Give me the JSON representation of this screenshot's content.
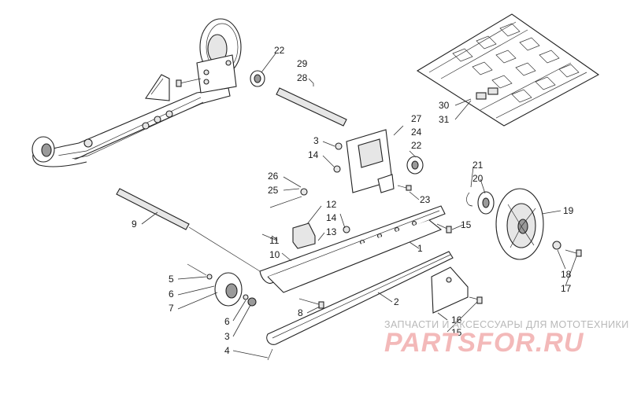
{
  "diagram": {
    "callouts": [
      {
        "id": "c22a",
        "text": "22"
      },
      {
        "id": "c29",
        "text": "29"
      },
      {
        "id": "c28",
        "text": "28"
      },
      {
        "id": "c27",
        "text": "27"
      },
      {
        "id": "c24",
        "text": "24"
      },
      {
        "id": "c22b",
        "text": "22"
      },
      {
        "id": "c3a",
        "text": "3"
      },
      {
        "id": "c14a",
        "text": "14"
      },
      {
        "id": "c30",
        "text": "30"
      },
      {
        "id": "c31",
        "text": "31"
      },
      {
        "id": "c21",
        "text": "21"
      },
      {
        "id": "c20",
        "text": "20"
      },
      {
        "id": "c26",
        "text": "26"
      },
      {
        "id": "c25",
        "text": "25"
      },
      {
        "id": "c23",
        "text": "23"
      },
      {
        "id": "c19",
        "text": "19"
      },
      {
        "id": "c9",
        "text": "9"
      },
      {
        "id": "c12",
        "text": "12"
      },
      {
        "id": "c14b",
        "text": "14"
      },
      {
        "id": "c13",
        "text": "13"
      },
      {
        "id": "c15a",
        "text": "15"
      },
      {
        "id": "c11",
        "text": "11"
      },
      {
        "id": "c10",
        "text": "10"
      },
      {
        "id": "c1",
        "text": "1"
      },
      {
        "id": "c18",
        "text": "18"
      },
      {
        "id": "c17",
        "text": "17"
      },
      {
        "id": "c5",
        "text": "5"
      },
      {
        "id": "c6a",
        "text": "6"
      },
      {
        "id": "c7",
        "text": "7"
      },
      {
        "id": "c2",
        "text": "2"
      },
      {
        "id": "c8",
        "text": "8"
      },
      {
        "id": "c6b",
        "text": "6"
      },
      {
        "id": "c16",
        "text": "16"
      },
      {
        "id": "c15b",
        "text": "15"
      },
      {
        "id": "c3b",
        "text": "3"
      },
      {
        "id": "c4",
        "text": "4"
      }
    ]
  },
  "watermark": {
    "tagline": "ЗАПЧАСТИ И АКСЕССУАРЫ ДЛЯ МОТОТЕХНИКИ",
    "logo": "PARTSFOR.RU"
  }
}
